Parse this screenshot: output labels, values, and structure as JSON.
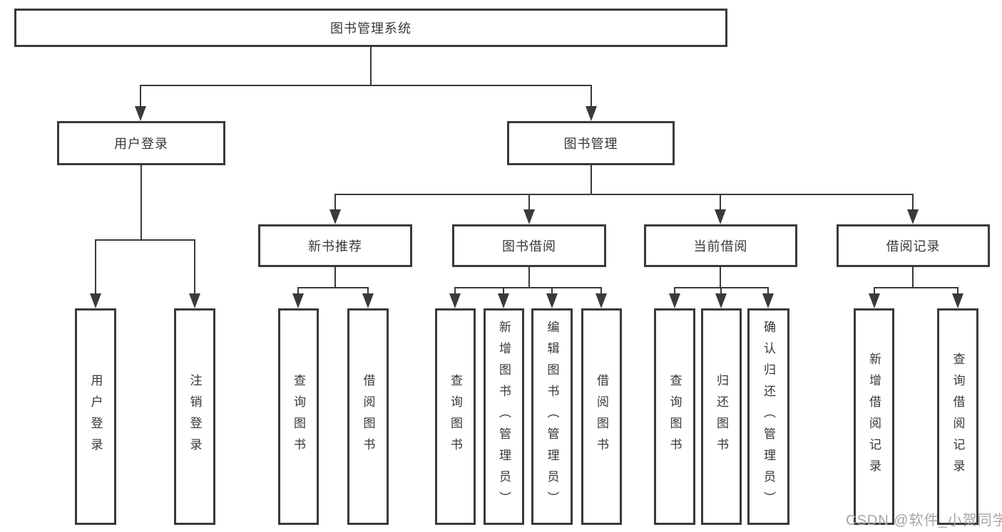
{
  "tree": {
    "root": "图书管理系统",
    "branches": [
      {
        "label": "用户登录",
        "children": [
          "用户登录",
          "注销登录"
        ]
      },
      {
        "label": "图书管理",
        "sections": [
          {
            "label": "新书推荐",
            "children": [
              "查询图书",
              "借阅图书"
            ]
          },
          {
            "label": "图书借阅",
            "children": [
              "查询图书",
              "新增图书（管理员）",
              "编辑图书（管理员）",
              "借阅图书"
            ]
          },
          {
            "label": "当前借阅",
            "children": [
              "查询图书",
              "归还图书",
              "确认归还（管理员）"
            ]
          },
          {
            "label": "借阅记录",
            "children": [
              "新增借阅记录",
              "查询借阅记录"
            ]
          }
        ]
      }
    ]
  },
  "colors": {
    "line": "#3a3a3a",
    "text": "#37373a",
    "watermark": "#a6a6a6",
    "background": "#ffffff"
  },
  "watermark": {
    "text": "CSDN @软件_小贺同学"
  }
}
